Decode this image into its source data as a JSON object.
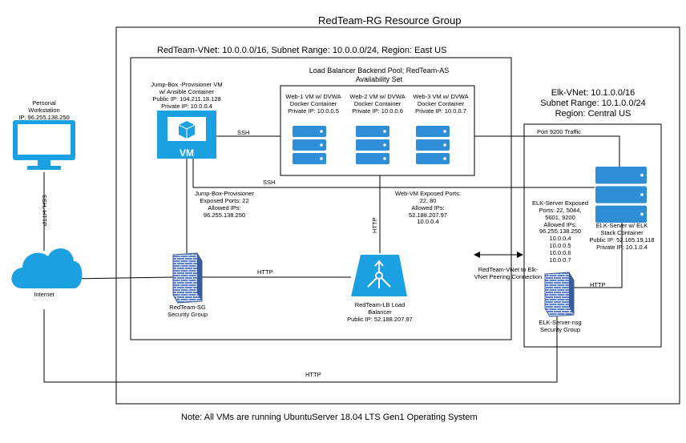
{
  "title": "RedTeam-RG Resource Group",
  "redteam_vnet": "RedTeam-VNet: 10.0.0.0/16, Subnet Range: 10.0.0.0/24, Region: East US",
  "lb_pool": "Load Balancer Backend Pool; RedTeam-AS\nAvailability Set",
  "elk_vnet": "Elk-VNet: 10.1.0.0/16\nSubnet Range: 10.1.0.0/24\nRegion: Central US",
  "workstation": {
    "label": "Personal\nWorkstation\nIP: 96.255.138.250",
    "icon": "monitor-icon"
  },
  "internet": {
    "label": "Internet",
    "icon": "cloud-icon"
  },
  "jumpbox": {
    "label": "Jump-Box -Provisioner VM\nw/ Ansible Container\nPublic IP: 104.211.18.128\nPrivate IP: 10.0.0.4",
    "vm_text": "VM",
    "rules": "Jump-Box-Provisioner\nExposed Ports: 22\nAllowed IPs:\n96.255.138.250",
    "icon": "virtual-machine-icon"
  },
  "web_servers": [
    {
      "label": "Web-1 VM w/ DVWA\nDocker Container\nPrivate IP: 10.0.0.5",
      "icon": "server-icon"
    },
    {
      "label": "Web-2 VM w/ DVWA\nDocker Container\nPrivate IP: 10.0.0.6",
      "icon": "server-icon"
    },
    {
      "label": "Web-3 VM w/ DVWA\nDocker Container\nPrivate IP: 10.0.0.7",
      "icon": "server-icon"
    }
  ],
  "web_rules": "Web-VM Exposed Ports:\n22, 80\nAllowed IPs:\n52.188.207.97\n10.0.0.4",
  "sg": {
    "label": "RedTeam-SG\nSecurity Group",
    "icon": "firewall-icon"
  },
  "lb": {
    "label": "RedTeam-LB Load\nBalancer\nPublic IP: 52.188.207.97",
    "icon": "load-balancer-icon"
  },
  "peering": "RedTeam-VNet to Elk-\nVNet Peering Connection",
  "elk": {
    "label": "ELK-Server w/ ELK\nStack Container\nPublic IP: 52.165.19.118\nPrivate IP: 10.1.0.4",
    "rules": "ELK-Server Exposed\nPorts: 22, 5044,\n5601, 9200\nAllowed IPs:\n96.255.138.250\n10.0.0.4\n10.0.0.5\n10.0.0.6\n10.0.0.7",
    "icon": "server-icon"
  },
  "elk_nsg": {
    "label": "ELK-Server-nsg\nSecurity Group",
    "icon": "firewall-icon"
  },
  "conn_labels": {
    "ssh_http": "SSH, HTTP",
    "ssh1": "SSH",
    "ssh2": "SSH",
    "http_sg_lb": "HTTP",
    "http_lb_pool": "HTTP",
    "port9200": "Port 9200 Traffic",
    "http_elk": "HTTP",
    "http_bottom": "HTTP"
  },
  "note": "Note: All VMs are running UbuntuServer 18.04 LTS Gen1 Operating System",
  "colors": {
    "azure_blue": "#1ba1e2",
    "line": "#000000",
    "firewall": "#4a6eb5",
    "server_body": "#2f8fd6"
  }
}
